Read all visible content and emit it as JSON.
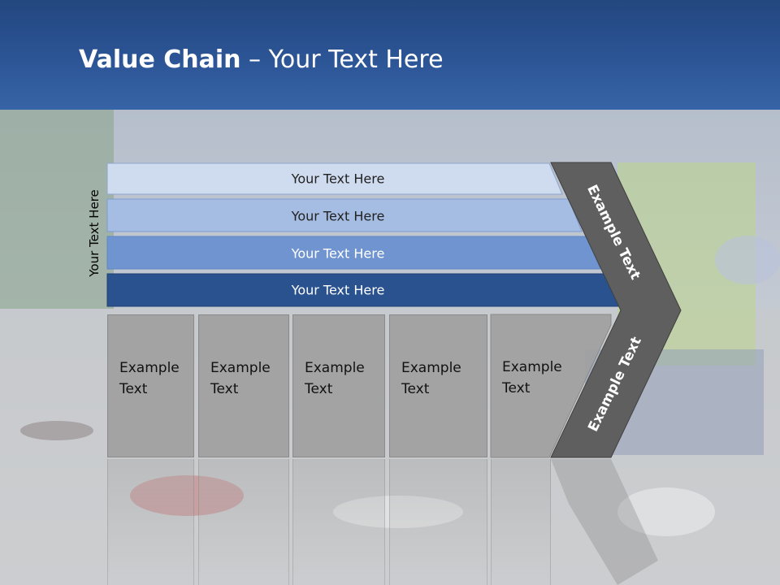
{
  "slide": {
    "title_bold": "Value Chain",
    "title_rest": " – Your Text Here",
    "side_label": "Your Text Here",
    "bars": [
      {
        "label": "Your Text Here",
        "fill": "#cfdbee",
        "text_color": "#222222"
      },
      {
        "label": "Your Text Here",
        "fill": "#a5bde3",
        "text_color": "#222222"
      },
      {
        "label": "Your Text Here",
        "fill": "#6f94cf",
        "text_color": "#ffffff"
      },
      {
        "label": "Your Text Here",
        "fill": "#2a528f",
        "text_color": "#ffffff"
      }
    ],
    "boxes": [
      {
        "line1": "Example",
        "line2": "Text"
      },
      {
        "line1": "Example",
        "line2": "Text"
      },
      {
        "line1": "Example",
        "line2": "Text"
      },
      {
        "line1": "Example",
        "line2": "Text"
      },
      {
        "line1": "Example",
        "line2": "Text"
      }
    ],
    "chevron_top": "Example Text",
    "chevron_bottom": "Example Text",
    "colors": {
      "header": "#2c5596",
      "chevron": "#5f5f5f"
    }
  }
}
